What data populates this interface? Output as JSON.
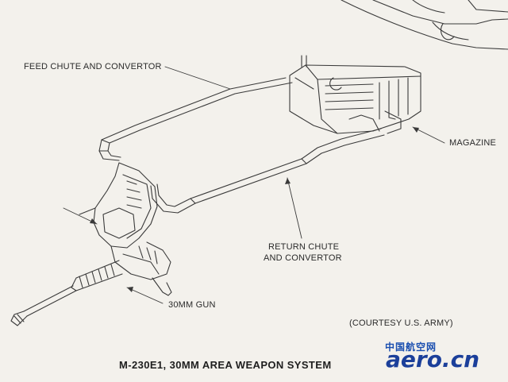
{
  "labels": {
    "feed_chute": "FEED CHUTE AND CONVERTOR",
    "magazine": "MAGAZINE",
    "return_chute_line1": "RETURN CHUTE",
    "return_chute_line2": "AND CONVERTOR",
    "gun": "30MM GUN",
    "courtesy": "(COURTESY U.S. ARMY)"
  },
  "caption": "M-230E1, 30MM AREA WEAPON SYSTEM",
  "watermark": {
    "chinese": "中国航空网",
    "site": "aero.cn"
  },
  "colors": {
    "paper": "#f3f1ec",
    "ink": "#3a3a3a",
    "watermark_blue": "#1b3f9a"
  }
}
